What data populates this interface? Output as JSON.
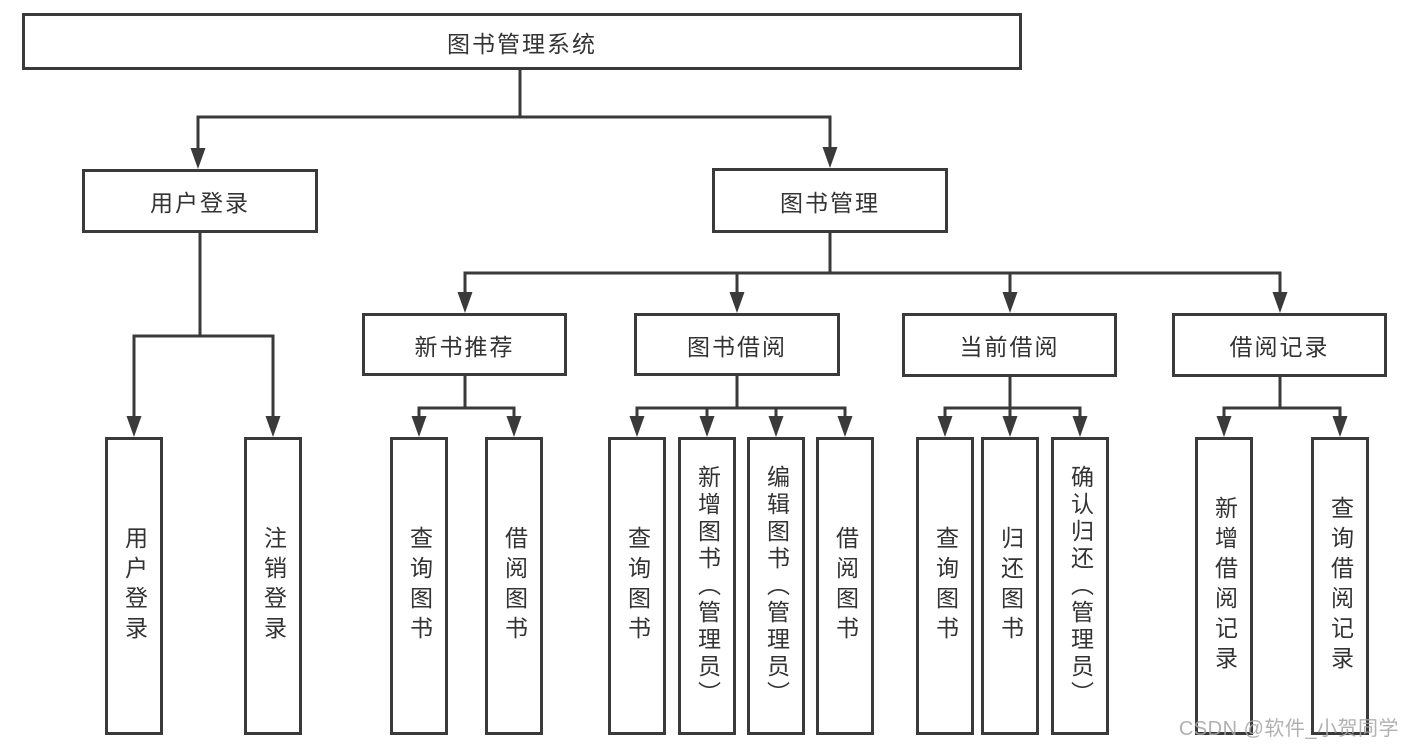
{
  "tree": {
    "label": "图书管理系统",
    "children": [
      {
        "label": "用户登录",
        "children": [
          {
            "label": "用户登录"
          },
          {
            "label": "注销登录"
          }
        ]
      },
      {
        "label": "图书管理",
        "children": [
          {
            "label": "新书推荐",
            "children": [
              {
                "label": "查询图书"
              },
              {
                "label": "借阅图书"
              }
            ]
          },
          {
            "label": "图书借阅",
            "children": [
              {
                "label": "查询图书"
              },
              {
                "label": "新增图书（管理员）"
              },
              {
                "label": "编辑图书（管理员）"
              },
              {
                "label": "借阅图书"
              }
            ]
          },
          {
            "label": "当前借阅",
            "children": [
              {
                "label": "查询图书"
              },
              {
                "label": "归还图书"
              },
              {
                "label": "确认归还（管理员）"
              }
            ]
          },
          {
            "label": "借阅记录",
            "children": [
              {
                "label": "新增借阅记录"
              },
              {
                "label": "查询借阅记录"
              }
            ]
          }
        ]
      }
    ]
  },
  "watermark": "CSDN @软件_小贺同学",
  "colors": {
    "line": "#3a3a3a",
    "text": "#333333",
    "box_fill": "#ffffff",
    "watermark": "#a6a6a6",
    "background": "#ffffff"
  }
}
